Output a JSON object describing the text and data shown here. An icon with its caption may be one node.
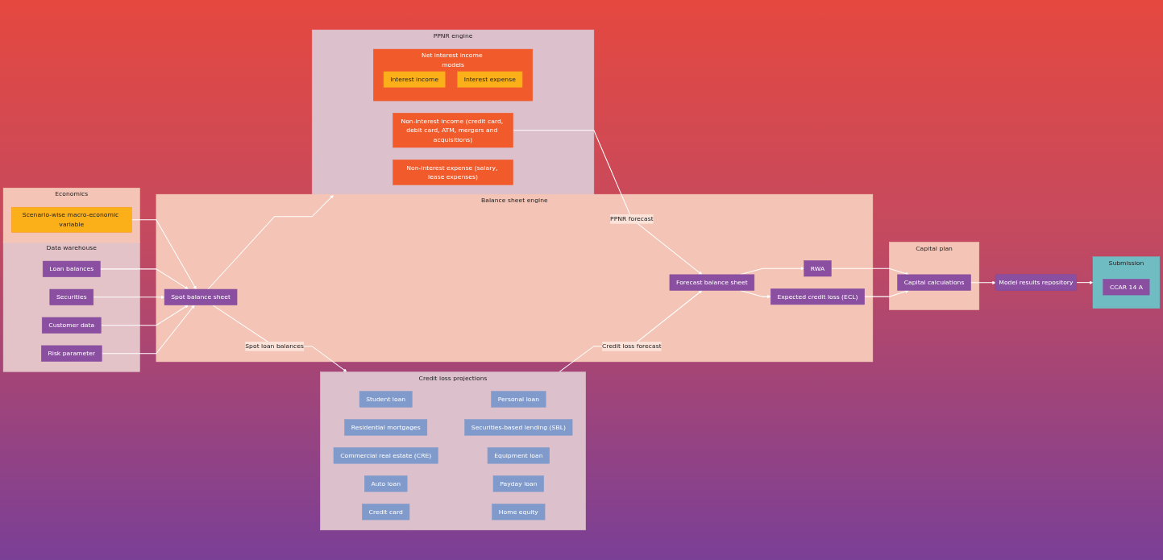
{
  "diagram": {
    "nodes": [
      {
        "text": [
          "Economics"
        ]
      },
      {
        "text": [
          "Scenario-wise macro-economic variable"
        ],
        "in": 0
      },
      {
        "text": [
          "Balance sheet engine"
        ]
      },
      {
        "text": [
          "Spot balance sheet"
        ],
        "in": 2
      },
      {
        "text": [
          "Forecast balance sheet"
        ],
        "in": 2
      },
      {
        "text": [
          "RWA"
        ],
        "in": 2
      },
      {
        "text": [
          "Expected credit loss (ECL)"
        ],
        "in": 2
      },
      {
        "text": [
          "Capital plan"
        ]
      },
      {
        "text": [
          "Capital calculations"
        ],
        "in": 7
      },
      {
        "text": [
          "Data warehouse"
        ]
      },
      {
        "text": [
          "Loan balances"
        ],
        "in": 9
      },
      {
        "text": [
          "Securities"
        ],
        "in": 9
      },
      {
        "text": [
          "Customer data"
        ],
        "in": 9
      },
      {
        "text": [
          "Risk parameter"
        ],
        "in": 9
      },
      {
        "text": [
          "PPNR engine"
        ]
      },
      {
        "text": [
          "Net interest income models"
        ],
        "in": 14
      },
      {
        "text": [
          "Interest income"
        ],
        "in": 15
      },
      {
        "text": [
          "Interest expense"
        ],
        "in": 15
      },
      {
        "text": [
          "Non-interest income (credit card, debit card, ATM, mergers and acquisitions)"
        ],
        "in": 14
      },
      {
        "text": [
          "Non-interest expense (salary, lease expenses)"
        ],
        "in": 14
      },
      {
        "text": [
          "Credit loss projections"
        ]
      },
      {
        "text": [
          "Student loan"
        ],
        "in": 20
      },
      {
        "text": [
          "Personal loan"
        ],
        "in": 20
      },
      {
        "text": [
          "Residential mortgages"
        ],
        "in": 20
      },
      {
        "text": [
          "Securities-based lending (SBL)"
        ],
        "in": 20
      },
      {
        "text": [
          "Commercial real estate (CRE)"
        ],
        "in": 20
      },
      {
        "text": [
          "Equipment loan"
        ],
        "in": 20
      },
      {
        "text": [
          "Auto loan"
        ],
        "in": 20
      },
      {
        "text": [
          "Payday loan"
        ],
        "in": 20
      },
      {
        "text": [
          "Credit card"
        ],
        "in": 20
      },
      {
        "text": [
          "Home equity"
        ],
        "in": 20
      },
      {
        "text": [
          "Model results repository"
        ]
      },
      {
        "text": [
          "Submission"
        ]
      },
      {
        "text": [
          "CCAR 14 A"
        ],
        "in": 32
      }
    ],
    "edges": [
      {
        "from": 1,
        "to": 3,
        "arrow": "to"
      },
      {
        "from": 10,
        "to": 3,
        "arrow": "to"
      },
      {
        "from": 11,
        "to": 3,
        "arrow": "to"
      },
      {
        "from": 12,
        "to": 3,
        "arrow": "to"
      },
      {
        "from": 13,
        "to": 3,
        "arrow": "to"
      },
      {
        "from": 3,
        "to": 14,
        "arrow": "to"
      },
      {
        "from": 3,
        "to": 20,
        "label": "Spot loan balances",
        "arrow": "to"
      },
      {
        "from": 18,
        "to": 4,
        "label": "PPNR forecast",
        "arrow": "to"
      },
      {
        "from": 20,
        "to": 4,
        "label": "Credit loss forecast",
        "arrow": "to"
      },
      {
        "from": 4,
        "to": 5,
        "arrow": "to"
      },
      {
        "from": 4,
        "to": 6,
        "arrow": "to"
      },
      {
        "from": 5,
        "to": 8,
        "arrow": "to"
      },
      {
        "from": 6,
        "to": 8,
        "arrow": "to"
      },
      {
        "from": 8,
        "to": 31,
        "arrow": "to"
      },
      {
        "from": 31,
        "to": 32,
        "arrow": "to"
      }
    ]
  }
}
